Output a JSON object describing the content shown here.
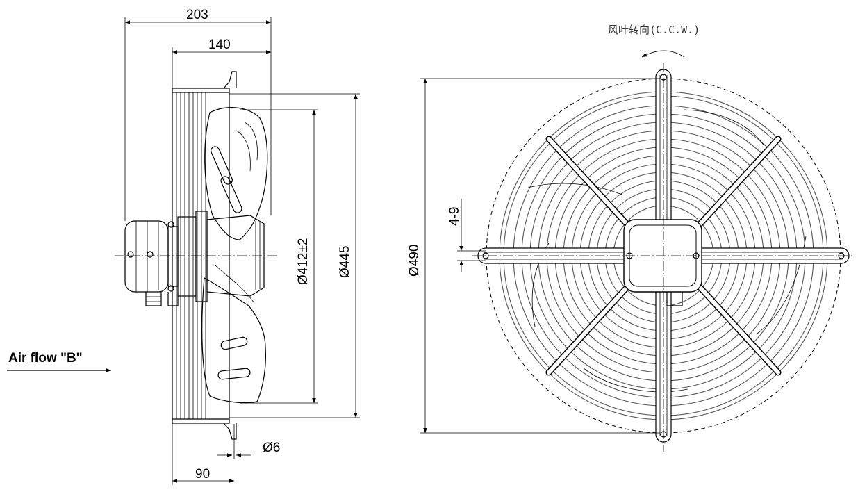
{
  "drawing": {
    "side_view": {
      "dim_overall_length": "203",
      "dim_body_length": "140",
      "dim_mount_offset": "90",
      "dim_hole_diameter": "Ø6",
      "dim_blade_diameter": "Ø412±2",
      "dim_housing_diameter": "Ø445",
      "airflow_label": "Air flow \"B\""
    },
    "front_view": {
      "rotation_label": "风叶转向(C.C.W.)",
      "dim_guard_diameter": "Ø490",
      "dim_slot_range": "4-9"
    }
  }
}
